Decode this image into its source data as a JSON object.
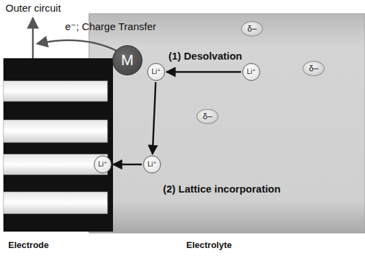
{
  "diagram": {
    "nodes": [
      {
        "text": [
          "M"
        ]
      },
      {
        "text": [
          "δ–"
        ]
      },
      {
        "text": [
          "Li⁺"
        ]
      },
      {
        "text": [
          "Li⁺"
        ]
      },
      {
        "text": [
          "δ–"
        ]
      },
      {
        "text": [
          "δ–"
        ]
      },
      {
        "text": [
          "Li⁺"
        ]
      },
      {
        "text": [
          "Li⁺"
        ]
      }
    ],
    "edges": [
      {
        "from": 3,
        "to": 2,
        "arrow": "to"
      },
      {
        "from": 2,
        "to": 7,
        "arrow": "to"
      },
      {
        "from": 7,
        "to": 6,
        "arrow": "to"
      }
    ],
    "labels": [
      "Outer circuit",
      "e⁻; Charge Transfer",
      "(1) Desolvation",
      "(2) Lattice incorporation",
      "Electrode",
      "Electrolyte"
    ]
  }
}
